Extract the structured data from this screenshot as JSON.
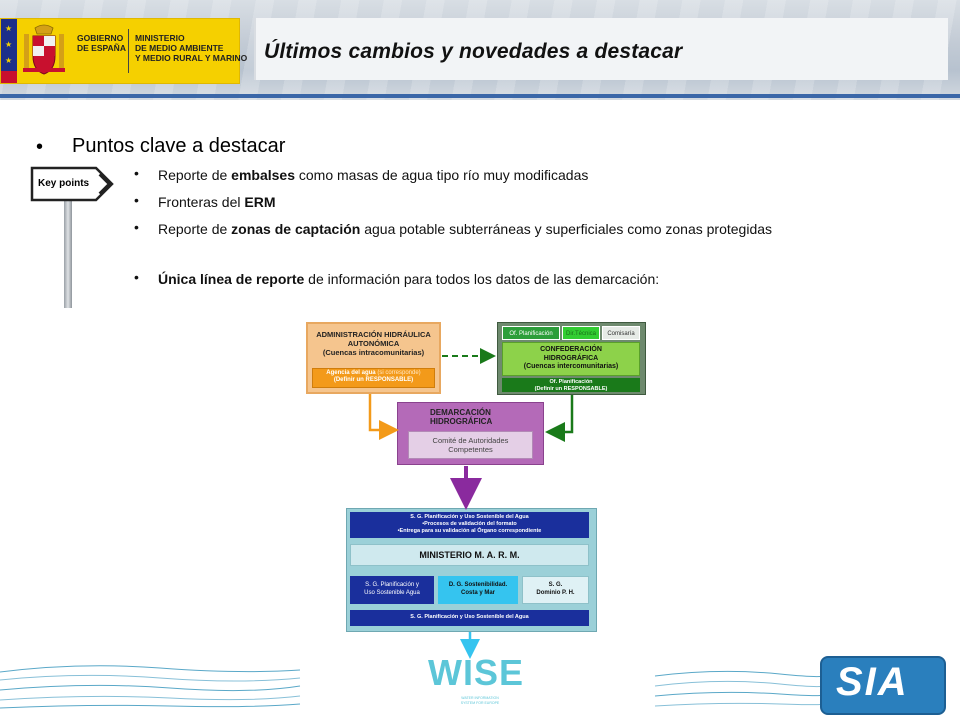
{
  "header": {
    "ministry_line_1": "GOBIERNO\nDE ESPAÑA",
    "ministry_line_2": "MINISTERIO\nDE MEDIO AMBIENTE\nY MEDIO RURAL Y MARINO",
    "title": "Últimos cambios y novedades a destacar"
  },
  "sign": {
    "label": "Key points"
  },
  "bullets": {
    "main": "Puntos clave a destacar",
    "items": [
      {
        "pre": "Reporte de ",
        "bold": "embalses",
        "post": " como masas de agua tipo río muy modificadas"
      },
      {
        "pre": "Fronteras del ",
        "bold": "ERM",
        "post": ""
      },
      {
        "pre": "Reporte de ",
        "bold": "zonas de captación",
        "post": " agua potable subterráneas y superficiales como zonas protegidas"
      },
      {
        "pre": "",
        "bold": "Única línea de reporte",
        "post": " de información para todos los datos de las demarcación:"
      }
    ]
  },
  "diagram": {
    "admin_title": "ADMINISTRACIÓN HIDRÁULICA\nAUTONÓMICA\n(Cuencas intracomunitarias)",
    "agencia_main": "Agencia del agua",
    "agencia_paren": " (si corresponde)",
    "agencia_sub": "(Definir un RESPONSABLE)",
    "tab_planificacion": "Of. Planificación",
    "tab_tecnica": "Dir.Técnica",
    "tab_comisaria": "Comisaría",
    "conf_title": "CONFEDERACIÓN\nHIDROGRÁFICA\n(Cuencas intercomunitarias)",
    "conf_planif": "Of. Planificación\n(Definir un RESPONSABLE)",
    "demarc_title": "DEMARCACIÓN\nHIDROGRÁFICA",
    "comite": "Comité de Autoridades\nCompetentes",
    "minis_top": "S. G. Planificación y Uso Sostenible del Agua\n•Procesos de validación del formato\n•Entrega para su validación al Órgano correspondiente",
    "minis_main": "MINISTERIO M. A. R. M.",
    "sub1": "S. G. Planificación y\nUso Sostenible Agua",
    "sub2": "D. G. Sostenibilidad.\nCosta y Mar",
    "sub3": "S. G.\nDominio P. H.",
    "minis_bottom": "S. G. Planificación y Uso Sostenible del Agua"
  },
  "logos": {
    "wise": "WISE",
    "wise_sub": "WATER INFORMATION\nSYSTEM FOR EUROPE",
    "sia": "SIA"
  },
  "colors": {
    "header_blue": "#3a67a8",
    "gov_yellow": "#f5d000",
    "orange": "#f39a1a",
    "green": "#8dd24a",
    "purple": "#b46ab8",
    "navy": "#1a2f9c",
    "cyan": "#35c4ef",
    "sia_blue": "#2a7fbd"
  }
}
